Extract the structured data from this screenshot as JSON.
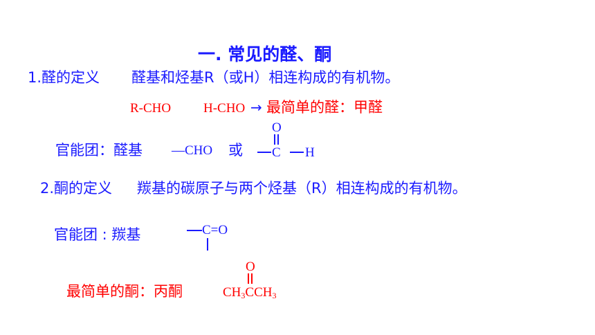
{
  "title": "一. 常见的醛、酮",
  "aldehyde": {
    "definition_label": "1.醛的定义",
    "definition_text": "醛基和烃基R（或H）相连构成的有机物。",
    "rcho": "R-CHO",
    "hcho": "H-CHO",
    "arrow": "→",
    "simplest": "最简单的醛：甲醛",
    "functional_group_label": "官能团：醛基",
    "cho": "—CHO",
    "or": "或",
    "oxygen": "O",
    "carbon": "C",
    "h": "H"
  },
  "ketone": {
    "definition_label": "2.酮的定义",
    "definition_text": "羰基的碳原子与两个烃基（R）相连构成的有机物。",
    "functional_group_label": "官能团 : 羰基",
    "co_group": "C=O",
    "simplest": "最简单的酮：丙酮",
    "acetone_oxygen": "O",
    "acetone_left": "CH",
    "acetone_sub1": "3",
    "acetone_mid": "CCH",
    "acetone_sub2": "3"
  },
  "colors": {
    "blue": "#1a1aff",
    "red": "#ff0000",
    "black": "#000000"
  }
}
